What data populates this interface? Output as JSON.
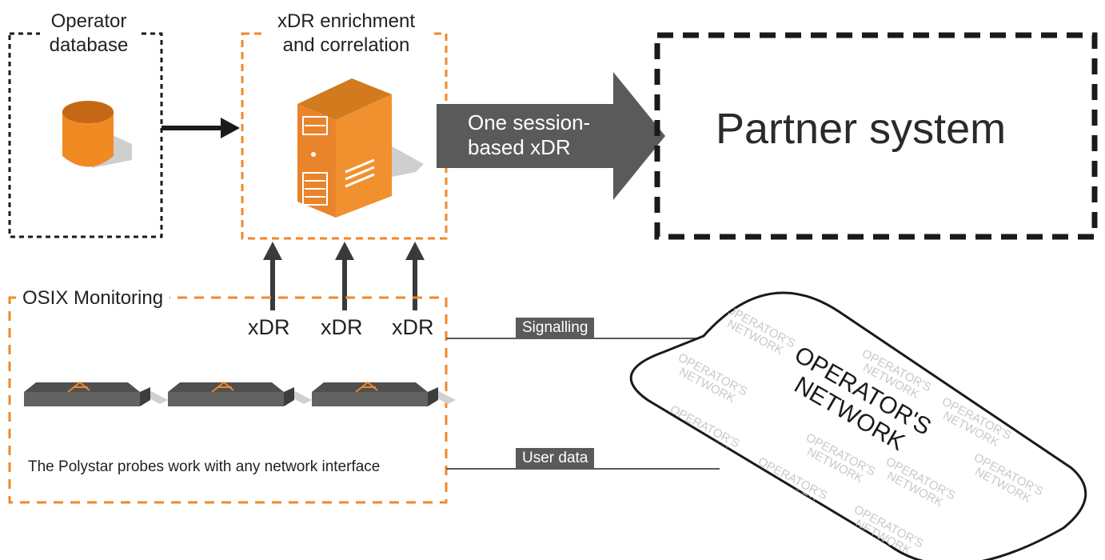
{
  "operator_database": {
    "title": "Operator\ndatabase"
  },
  "enrichment": {
    "title": "xDR enrichment\nand correlation"
  },
  "arrow_output": {
    "label": "One session-\nbased xDR"
  },
  "partner": {
    "title": "Partner system"
  },
  "monitoring": {
    "title": "OSIX Monitoring",
    "xdr_labels": [
      "xDR",
      "xDR",
      "xDR"
    ],
    "probes": [
      "Probe",
      "Probe",
      "Probe"
    ],
    "caption": "The Polystar probes work with any network interface"
  },
  "links": {
    "signalling": "Signalling",
    "user_data": "User data"
  },
  "network": {
    "title": "OPERATOR'S\nNETWORK",
    "pattern_text": "OPERATOR'S\nNETWORK"
  },
  "colors": {
    "orange": "#f0882a",
    "orange_dark": "#c46514",
    "dark_gray": "#555555",
    "black": "#1a1a1a"
  }
}
